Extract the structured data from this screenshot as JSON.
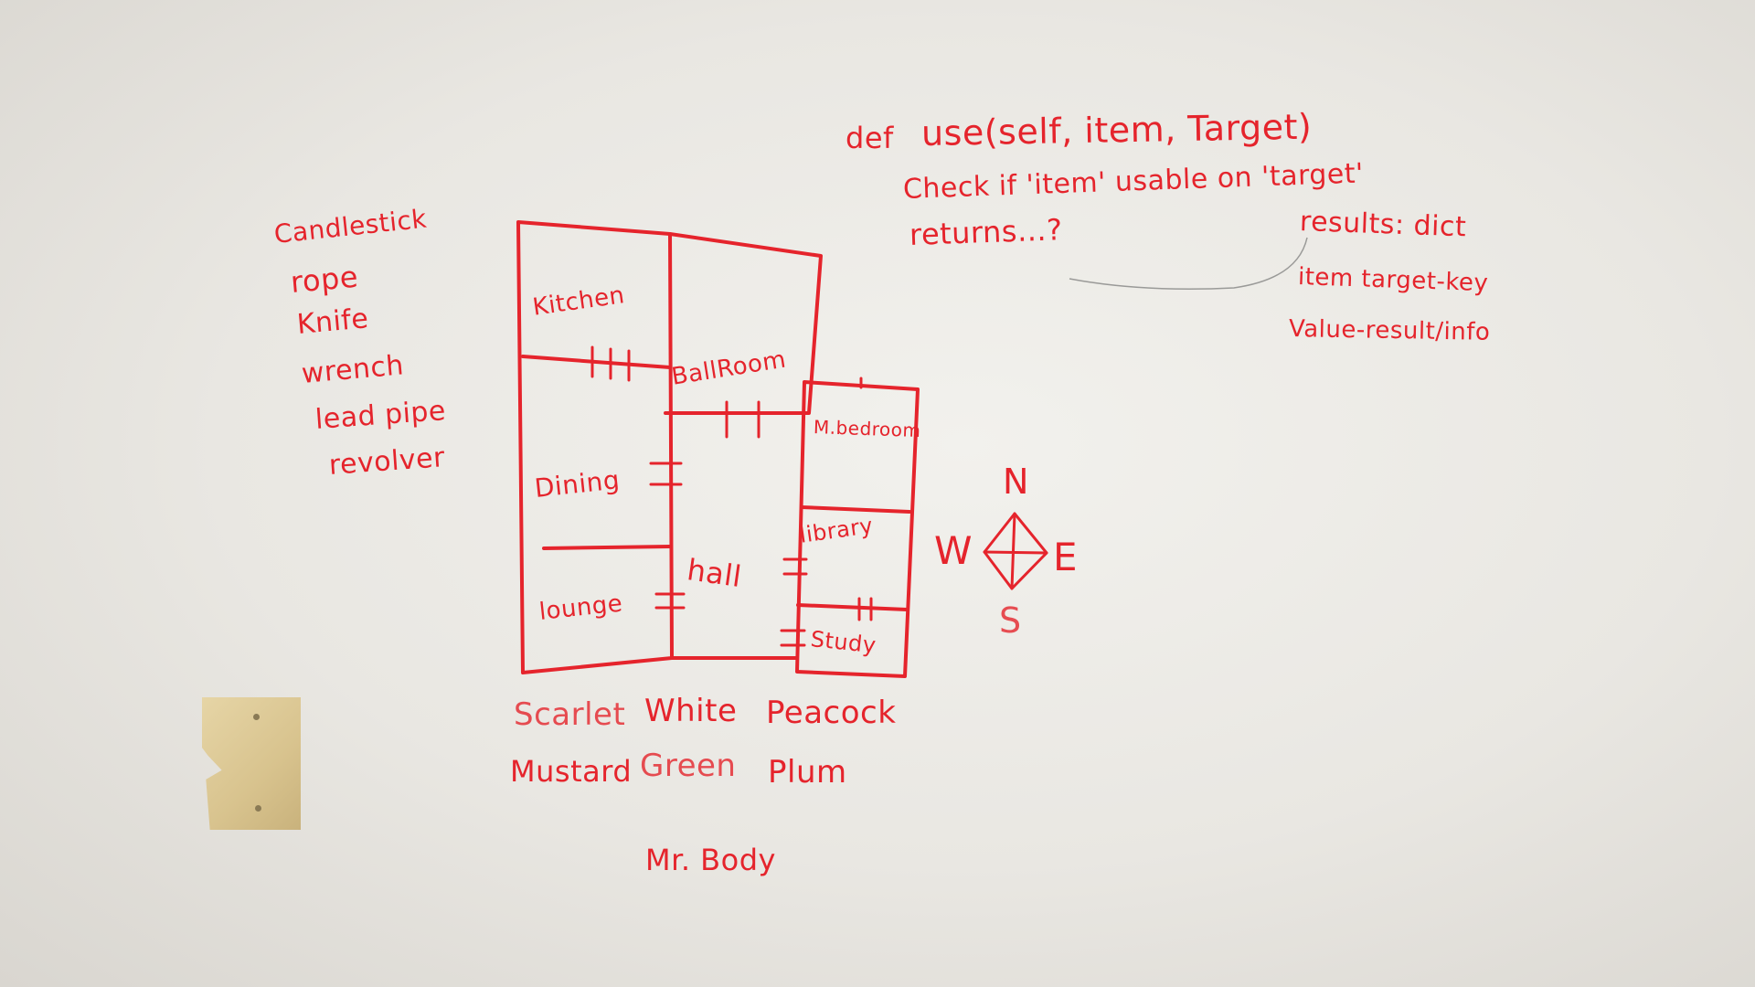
{
  "colors": {
    "marker": "#e5242c",
    "wall": "#ecebe6",
    "plate": "#d9c48f"
  },
  "weapons": [
    "Candlestick",
    "rope",
    "Knife",
    "wrench",
    "lead pipe",
    "revolver"
  ],
  "code": {
    "signature_def": "def",
    "signature": "use(self, item, Target)",
    "line1": "Check if 'item' usable on 'target'",
    "line2": "returns...?"
  },
  "results": {
    "title": "results: dict",
    "line1": "item target-key",
    "line2": "Value-result/info"
  },
  "rooms": {
    "kitchen": "Kitchen",
    "ballroom": "BallRoom",
    "m_bedroom": "M.bedroom",
    "dining": "Dining",
    "hall": "hall",
    "library": "library",
    "lounge": "lounge",
    "study": "Study"
  },
  "compass": {
    "n": "N",
    "s": "S",
    "e": "E",
    "w": "W"
  },
  "suspects": {
    "row1": [
      "Scarlet",
      "White",
      "Peacock"
    ],
    "row2": [
      "Mustard",
      "Green",
      "Plum"
    ]
  },
  "victim": "Mr. Body"
}
